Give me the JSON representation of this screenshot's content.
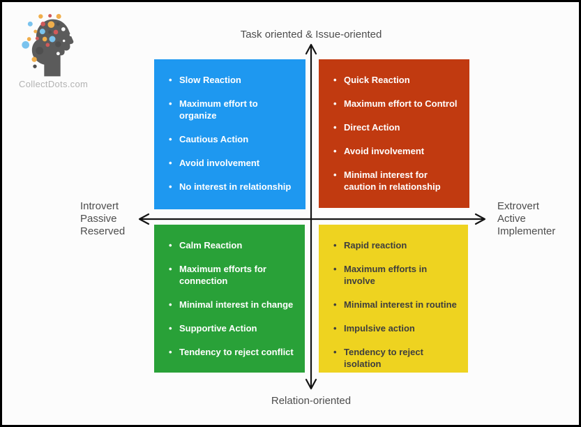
{
  "logo": {
    "caption": "CollectDots.com"
  },
  "axes": {
    "top_label": "Task oriented & Issue-oriented",
    "bottom_label": "Relation-oriented",
    "left_label": {
      "lines": [
        "Introvert",
        "Passive",
        "Reserved"
      ]
    },
    "right_label": {
      "lines": [
        "Extrovert",
        "Active",
        "Implementer"
      ]
    }
  },
  "quadrants": {
    "top_left": {
      "color": "#1E98F0",
      "text_color": "#FFFFFF",
      "items": [
        "Slow Reaction",
        "Maximum effort to\norganize",
        "Cautious Action",
        "Avoid involvement",
        "No interest in relationship"
      ]
    },
    "top_right": {
      "color": "#C13A10",
      "text_color": "#FFFFFF",
      "items": [
        "Quick Reaction",
        "Maximum effort to Control",
        "Direct Action",
        "Avoid involvement",
        "Minimal interest for\ncaution in relationship"
      ]
    },
    "bottom_left": {
      "color": "#29A138",
      "text_color": "#FFFFFF",
      "items": [
        "Calm Reaction",
        "Maximum efforts for\nconnection",
        "Minimal interest in change",
        "Supportive Action",
        "Tendency to reject conflict"
      ]
    },
    "bottom_right": {
      "color": "#EED320",
      "text_color": "#3E3E3E",
      "items": [
        "Rapid reaction",
        "Maximum efforts in\ninvolve",
        "Minimal interest in routine",
        "Impulsive action",
        "Tendency to reject\nisolation"
      ]
    }
  },
  "colors": {
    "axis_line": "#141414",
    "axis_text": "#4D4D4D",
    "background": "#FCFCFC",
    "frame_border": "#000000",
    "logo_caption": "#B2B2B2"
  }
}
